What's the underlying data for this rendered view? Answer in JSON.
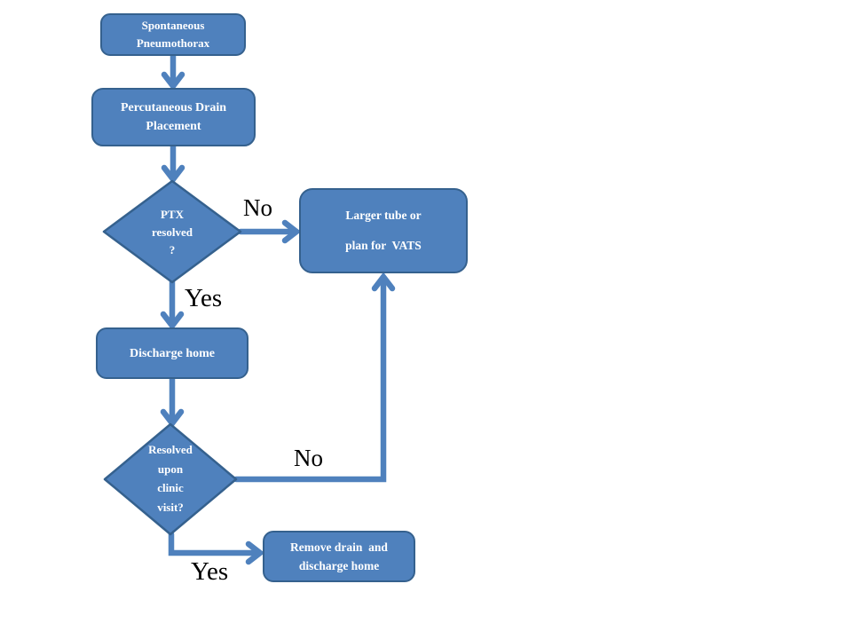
{
  "diagram": {
    "background_color": "#ffffff",
    "shape_fill_color": "#4f81bd",
    "shape_border_color": "#35618e",
    "connector_color": "#4f81bd",
    "shape_text_color": "#ffffff",
    "edge_label_color": "#000000",
    "nodes": {
      "start": {
        "shape": "rounded-rectangle",
        "line1": "Spontaneous",
        "line2": "Pneumothorax"
      },
      "drain": {
        "shape": "rounded-rectangle",
        "line1": "Percutaneous Drain",
        "line2": "Placement"
      },
      "ptx": {
        "shape": "decision-diamond",
        "line1": "PTX",
        "line2": "resolved",
        "line3": "?"
      },
      "larger_tube": {
        "shape": "rounded-rectangle",
        "line1": "Larger tube or",
        "line2": "plan for  VATS"
      },
      "discharge": {
        "shape": "rounded-rectangle",
        "line1": "Discharge home"
      },
      "clinic": {
        "shape": "decision-diamond",
        "line1": "Resolved",
        "line2": "upon",
        "line3": "clinic",
        "line4": "visit?"
      },
      "remove": {
        "shape": "rounded-rectangle",
        "line1": "Remove drain  and",
        "line2": "discharge home"
      }
    },
    "labels": {
      "ptx_no": "No",
      "ptx_yes": "Yes",
      "clinic_no": "No",
      "clinic_yes": "Yes"
    }
  }
}
